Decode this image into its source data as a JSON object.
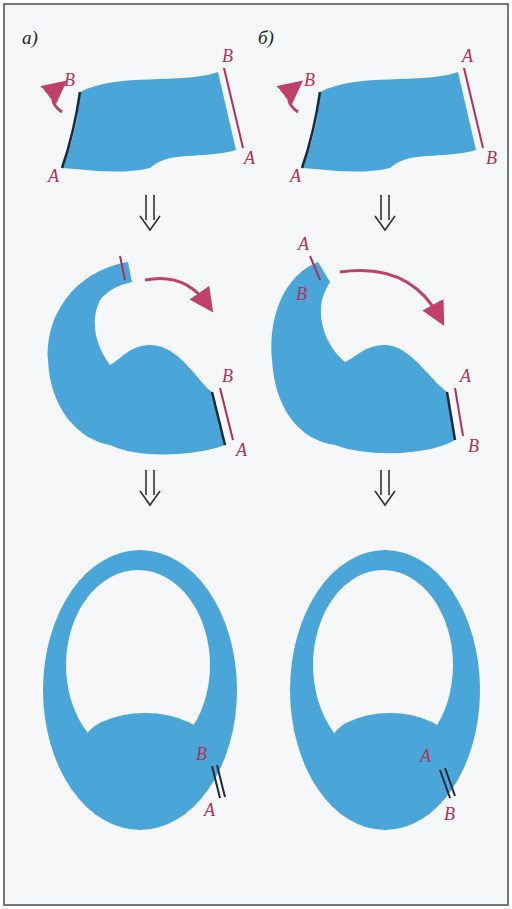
{
  "diagram": {
    "labels": [
      "а)",
      "б)",
      "B",
      "A",
      "B",
      "A",
      "B",
      "A",
      "A",
      "B",
      "B",
      "A",
      "A",
      "B",
      "A",
      "B",
      "B",
      "A",
      "A",
      "B"
    ]
  }
}
